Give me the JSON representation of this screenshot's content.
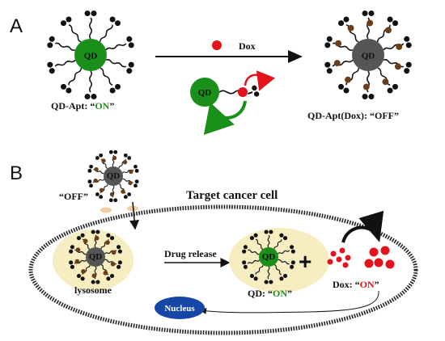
{
  "panel_a": {
    "letter": "A",
    "left_label_prefix": "QD-Apt: “",
    "left_label_state": "ON",
    "left_label_suffix": "”",
    "left_core_text": "QD",
    "arrow_label": "Dox",
    "mechanism_core_text": "QD",
    "right_label": "QD-Apt(Dox): “OFF”",
    "right_core_text": "QD"
  },
  "panel_b": {
    "letter": "B",
    "off_label": "“OFF”",
    "off_core_text": "QD",
    "cell_label": "Target cancer cell",
    "lysosome_label": "lysosome",
    "lysosome_core_text": "QD",
    "release_label": "Drug release",
    "qd_on_prefix": "QD: “",
    "qd_on_state": "ON",
    "qd_on_suffix": "”",
    "qd_on_core_text": "QD",
    "plus": "+",
    "dox_on_prefix": "Dox: “",
    "dox_on_state": "ON",
    "dox_on_suffix": "”",
    "nucleus_label": "Nucleus"
  },
  "colors": {
    "qd_on_green": "#1a8f1a",
    "qd_off_gray": "#555555",
    "dox_red": "#e3121b",
    "dox_brown": "#6b3e1a",
    "lysosome_yellow": "#f6eec0",
    "nucleus_blue": "#1747a6",
    "on_text_green": "#1f8f1f",
    "on_text_red": "#e3121b"
  }
}
